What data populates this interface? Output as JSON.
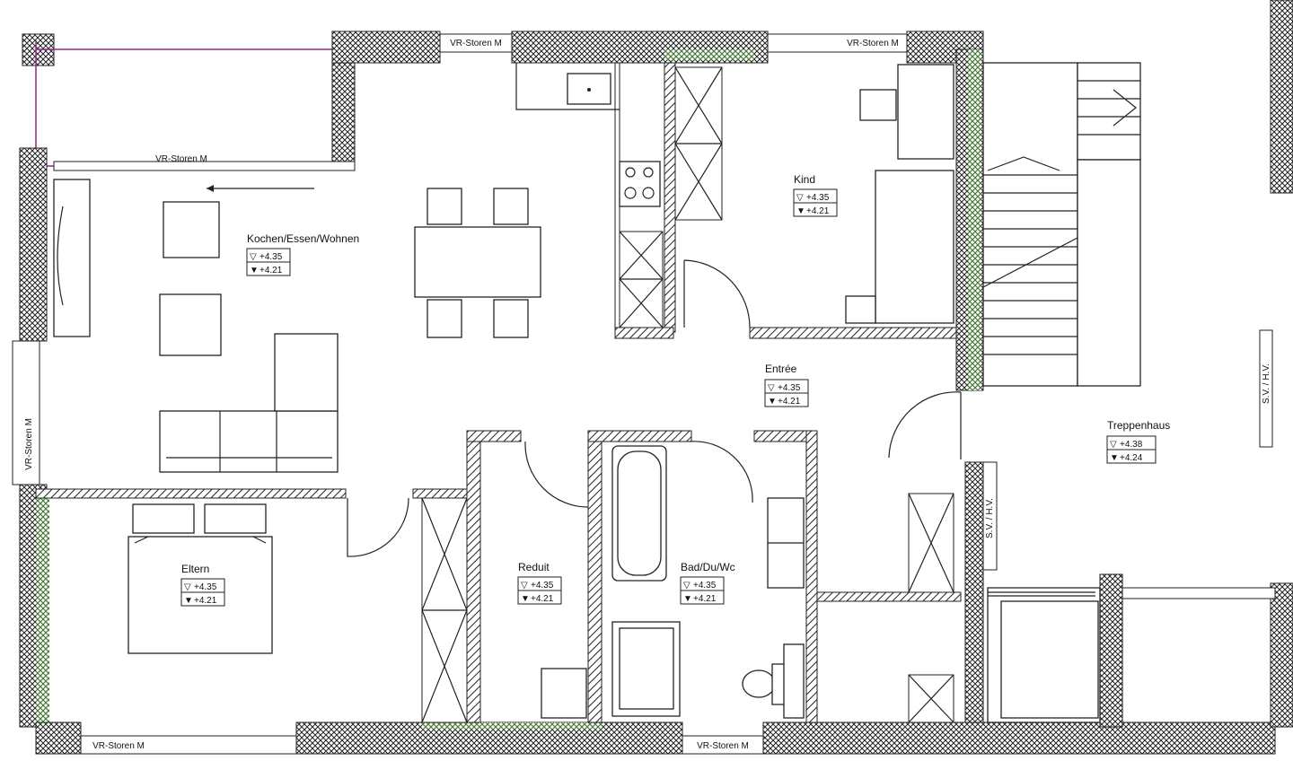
{
  "rooms": [
    {
      "name": "Kochen/Essen/Wohnen",
      "level_top": "+4.35",
      "level_bottom": "+4.21"
    },
    {
      "name": "Kind",
      "level_top": "+4.35",
      "level_bottom": "+4.21"
    },
    {
      "name": "Entrée",
      "level_top": "+4.35",
      "level_bottom": "+4.21"
    },
    {
      "name": "Treppenhaus",
      "level_top": "+4.38",
      "level_bottom": "+4.24"
    },
    {
      "name": "Eltern",
      "level_top": "+4.35",
      "level_bottom": "+4.21"
    },
    {
      "name": "Reduit",
      "level_top": "+4.35",
      "level_bottom": "+4.21"
    },
    {
      "name": "Bad/Du/Wc",
      "level_top": "+4.35",
      "level_bottom": "+4.21"
    }
  ],
  "windows": {
    "shutter_label": "VR-Storen M"
  },
  "shafts": {
    "label": "S.V. / H.V."
  },
  "level_symbols": {
    "top": "▽",
    "bottom": "▼"
  },
  "colors": {
    "wall_hatch": "#222222",
    "green_wall": "#4a7a3a",
    "balcony_line": "#8a2a8a"
  }
}
